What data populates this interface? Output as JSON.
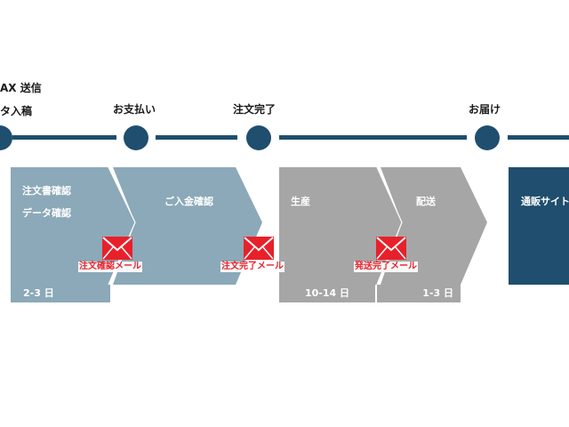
{
  "steps": {
    "fax_line1": "AX 送信",
    "fax_line2": "タ入稿",
    "payment": "お支払い",
    "complete": "注文完了",
    "delivery": "お届け"
  },
  "phases": {
    "order_check_line1": "注文書確認",
    "order_check_line2": "データ確認",
    "deposit_check": "ご入金確認",
    "production": "生産",
    "shipping": "配送",
    "ec_site": "通販サイト"
  },
  "durations": {
    "check": "2-3 日",
    "production": "10-14 日",
    "shipping": "1-3 日"
  },
  "mails": {
    "order_confirm": "注文確認メール",
    "order_complete": "注文完了メール",
    "ship_complete": "発送完了メール"
  },
  "colors": {
    "timeline": "#1f4e6e",
    "phase_blue": "#8ba9b8",
    "phase_gray": "#a6a6a6",
    "phase_navy": "#1f4e6e",
    "mail_red": "#e8202a"
  }
}
